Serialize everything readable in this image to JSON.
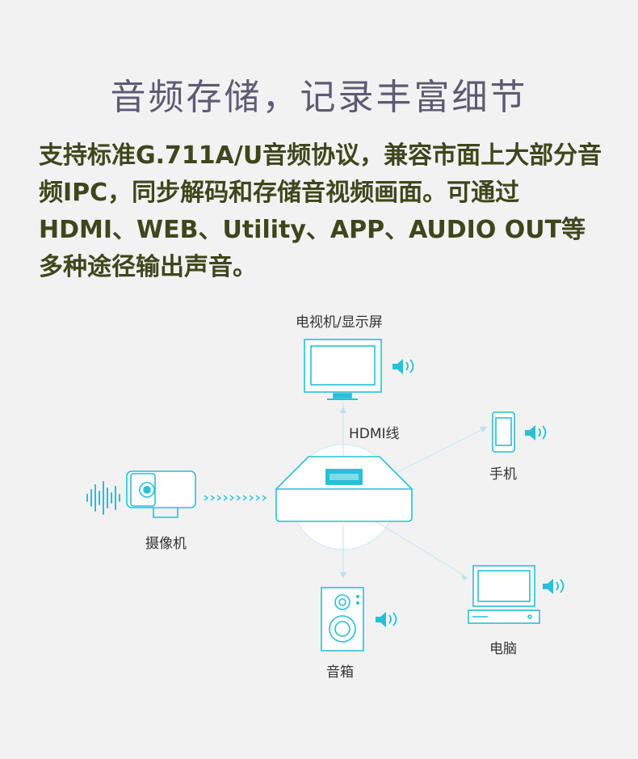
{
  "title": "音频存储，记录丰富细节",
  "description": "支持标准G.711A/U音频协议，兼容市面上大部分音频IPC，同步解码和存储音视频画面。可通过HDMI、WEB、Utility、APP、AUDIO OUT等多种途径输出声音。",
  "labels": {
    "tv": "电视机/显示屏",
    "hdmi": "HDMI线",
    "phone": "手机",
    "camera": "摄像机",
    "speaker": "音箱",
    "computer": "电脑"
  },
  "colors": {
    "accent": "#27c0d6",
    "line": "#c2e8f0",
    "device": "#27c0d6"
  }
}
